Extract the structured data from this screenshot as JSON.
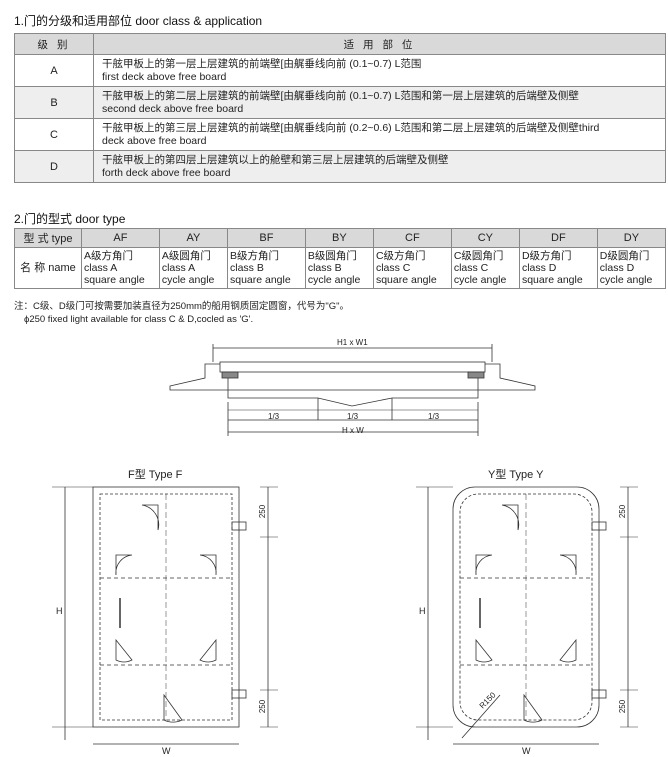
{
  "section1": {
    "title": "1.门的分级和适用部位 door class & application",
    "col_class": "级 别",
    "col_app": "适 用 部 位",
    "rows": [
      {
        "class": "A",
        "zh": "干舷甲板上的第一层上层建筑的前端壁[由艉垂线向前 (0.1~0.7) L范围",
        "en": "first deck above free board"
      },
      {
        "class": "B",
        "zh": "干舷甲板上的第二层上层建筑的前端壁[由艉垂线向前 (0.1~0.7) L范围和第一层上层建筑的后端壁及侧壁",
        "en": "second deck above free board"
      },
      {
        "class": "C",
        "zh": "干舷甲板上的第三层上层建筑的前端壁[由艉垂线向前 (0.2~0.6) L范围和第二层上层建筑的后端壁及侧壁third",
        "en": "deck above free board"
      },
      {
        "class": "D",
        "zh": "干舷甲板上的第四层上层建筑以上的舱壁和第三层上层建筑的后端壁及侧壁",
        "en": "forth deck above free board"
      }
    ]
  },
  "section2": {
    "title": "2.门的型式 door type",
    "header_label": "型 式 type",
    "name_label": "名 称 name",
    "types": [
      {
        "code": "AF",
        "l1": "A级方角门",
        "l2": "class A",
        "l3": "square angle"
      },
      {
        "code": "AY",
        "l1": "A级圆角门",
        "l2": "class A",
        "l3": "cycle angle"
      },
      {
        "code": "BF",
        "l1": "B级方角门",
        "l2": "class B",
        "l3": "square angle"
      },
      {
        "code": "BY",
        "l1": "B级圆角门",
        "l2": "class B",
        "l3": "cycle angle"
      },
      {
        "code": "CF",
        "l1": "C级方角门",
        "l2": "class C",
        "l3": "square angle"
      },
      {
        "code": "CY",
        "l1": "C级圆角门",
        "l2": "class C",
        "l3": "cycle angle"
      },
      {
        "code": "DF",
        "l1": "D级方角门",
        "l2": "class D",
        "l3": "square angle"
      },
      {
        "code": "DY",
        "l1": "D级圆角门",
        "l2": "class D",
        "l3": "cycle angle"
      }
    ]
  },
  "notes": {
    "line1": "注：C级、D级门可按需要加装直径为250mm的船用钢质固定圆窗，代号为\"G\"。",
    "line2": "ϕ250 fixed light available for class C & D,cocled as 'G'."
  },
  "drawing": {
    "top_dim_upper": "H1 x W1",
    "top_dim_lower": "H x W",
    "third": "1/3",
    "type_f": "F型   Type F",
    "type_y": "Y型   Type Y",
    "dim_250": "250",
    "dim_h": "H",
    "dim_w": "W",
    "radius": "R150"
  }
}
